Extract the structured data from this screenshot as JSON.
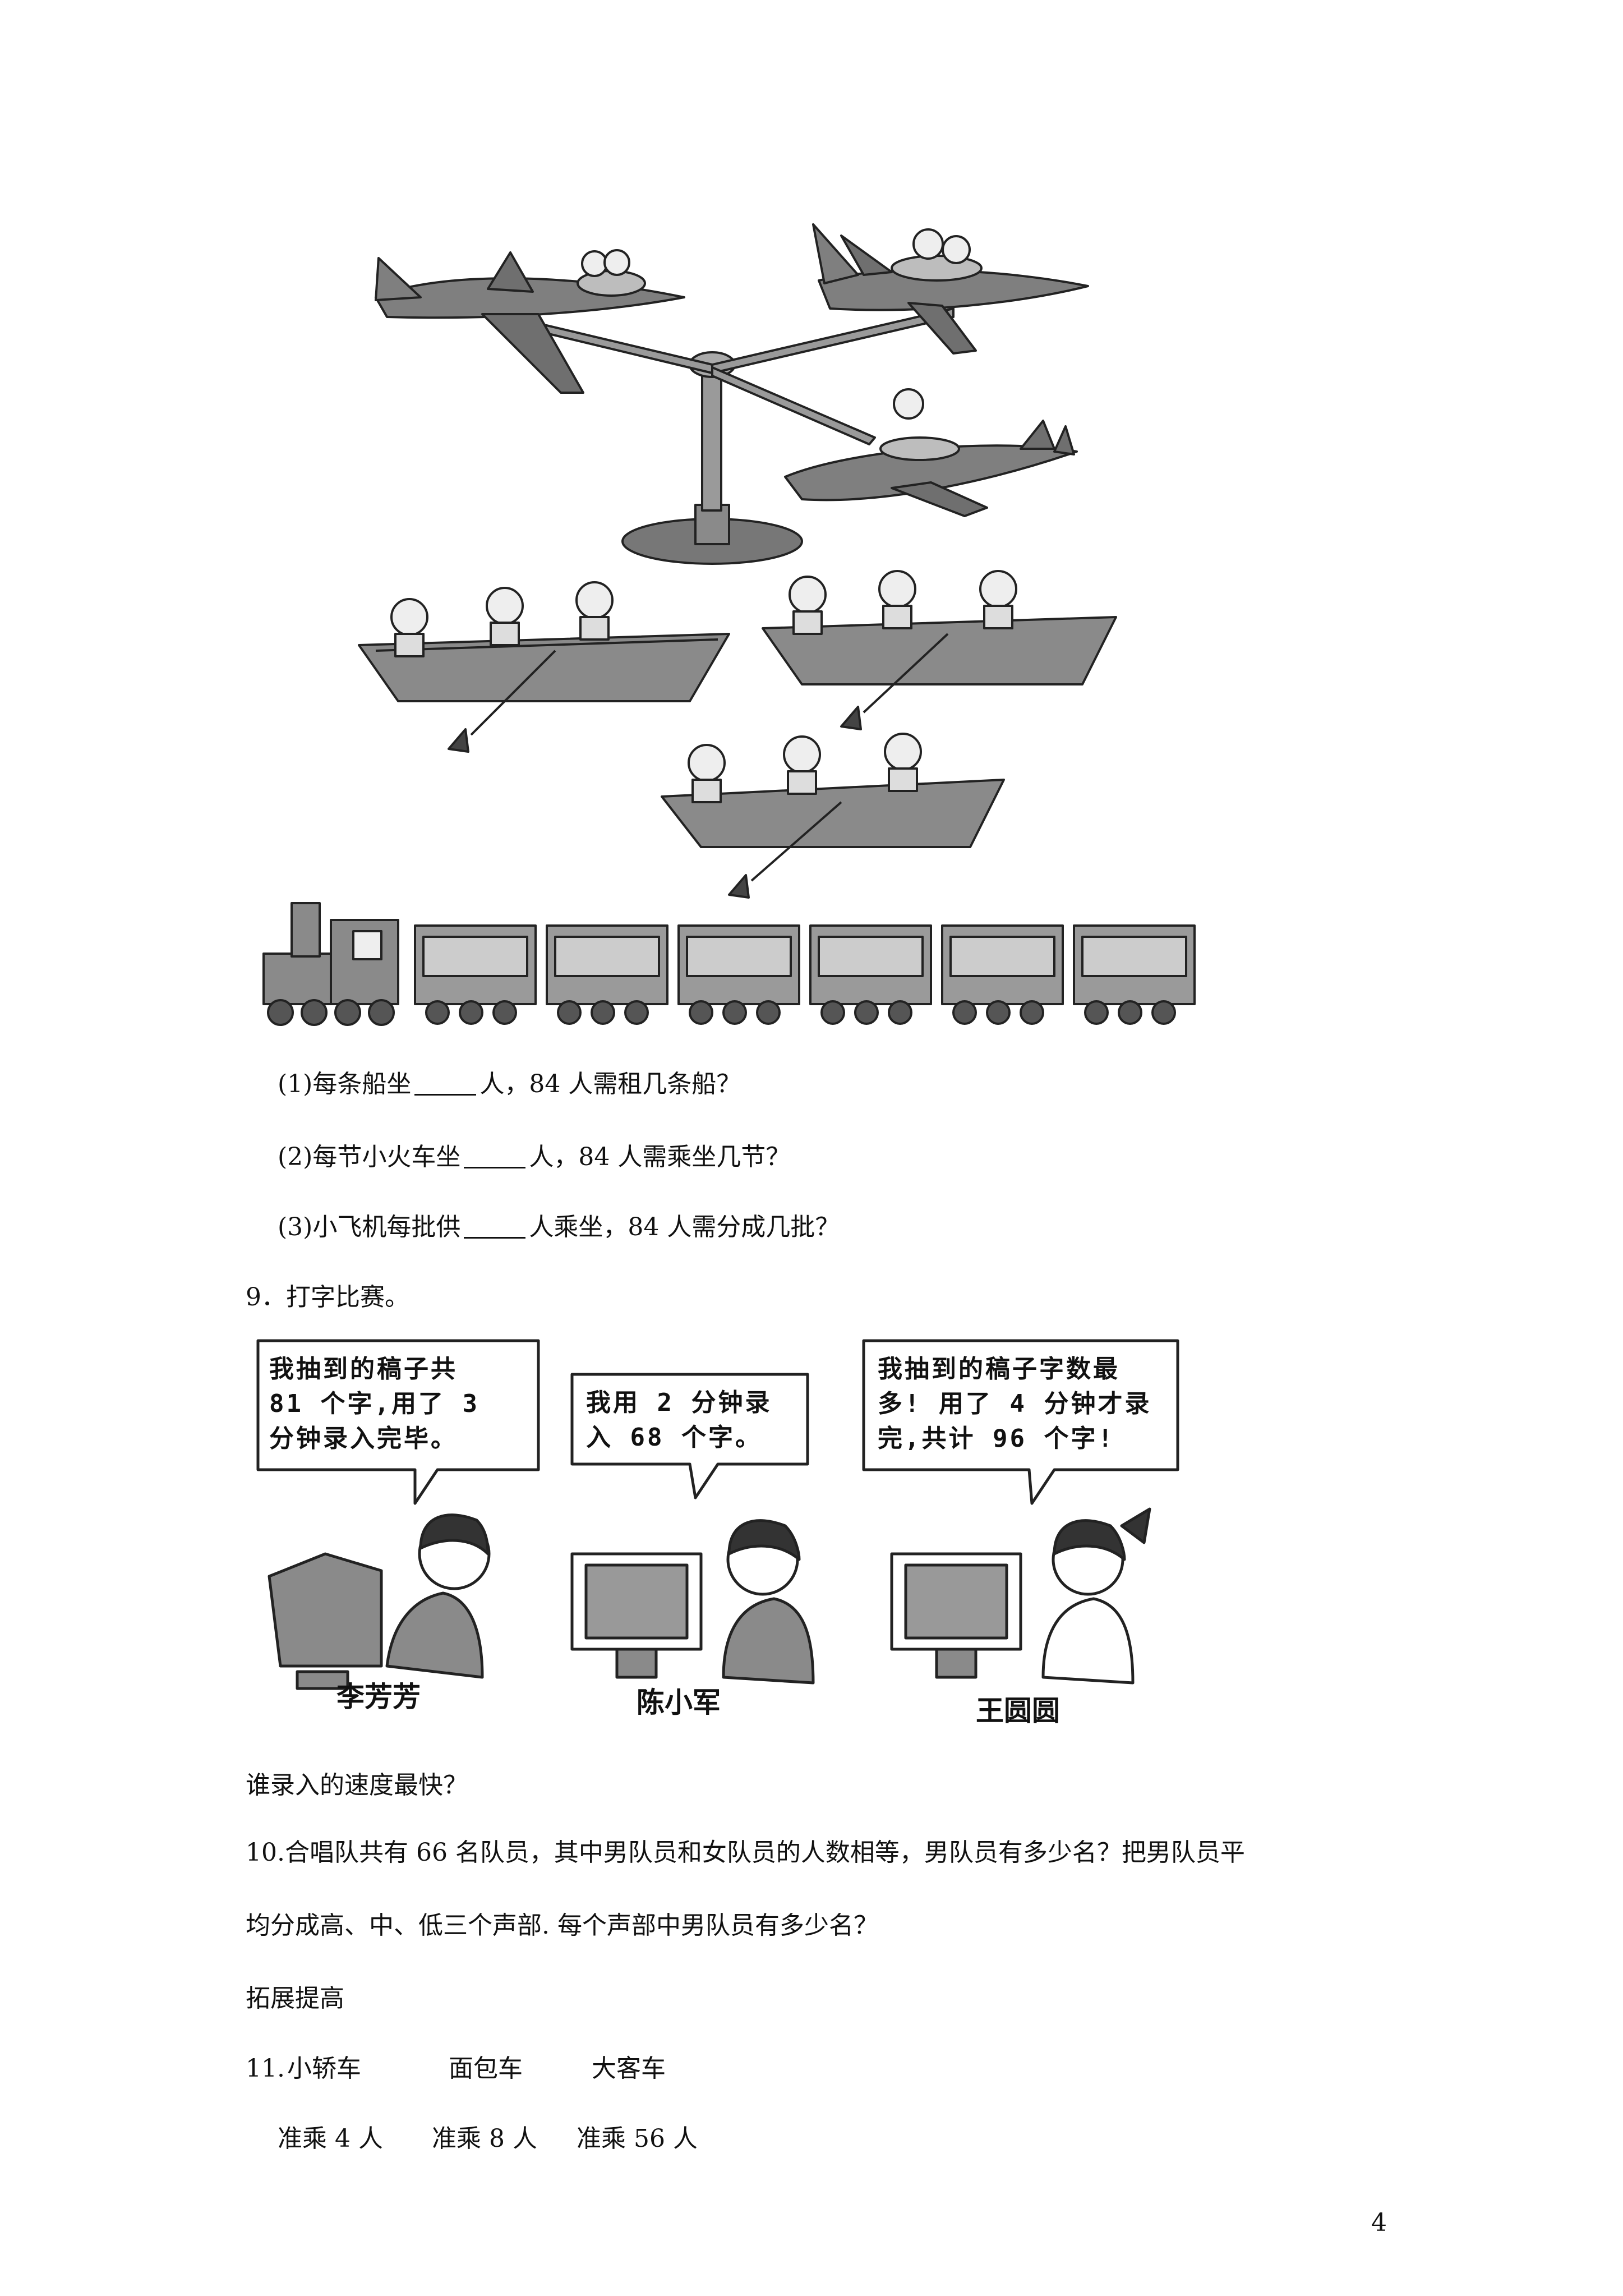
{
  "page": {
    "number": "4"
  },
  "q8": {
    "sub1": {
      "prefix": "(1)每条船坐",
      "suffix": "人，84 人需租几条船？"
    },
    "sub2": {
      "prefix": "(2)每节小火车坐",
      "suffix": "人，84 人需乘坐几节？"
    },
    "sub3": {
      "prefix": "(3)小飞机每批供",
      "suffix": "人乘坐，84 人需分成几批？"
    }
  },
  "q9": {
    "title": "9．打字比赛。",
    "bubbles": [
      {
        "line1": "我抽到的稿子共",
        "line2": "81 个字,用了 3",
        "line3": "分钟录入完毕。"
      },
      {
        "line1": "我用 2 分钟录",
        "line2": "入 68 个字。"
      },
      {
        "line1": "我抽到的稿子字数最",
        "line2": "多! 用了 4 分钟才录",
        "line3": "完,共计 96 个字!"
      }
    ],
    "names": [
      "李芳芳",
      "陈小军",
      "王圆圆"
    ],
    "question": "谁录入的速度最快？"
  },
  "q10": {
    "line1": "10.合唱队共有 66 名队员，其中男队员和女队员的人数相等，男队员有多少名？把男队员平",
    "line2": "均分成高、中、低三个声部. 每个声部中男队员有多少名？"
  },
  "section": {
    "title": "拓展提高"
  },
  "q11": {
    "number": "11.",
    "vehicles": [
      "小轿车",
      "面包车",
      "大客车"
    ],
    "capacities": [
      "准乘 4 人",
      "准乘 8 人",
      "准乘 56 人"
    ]
  }
}
